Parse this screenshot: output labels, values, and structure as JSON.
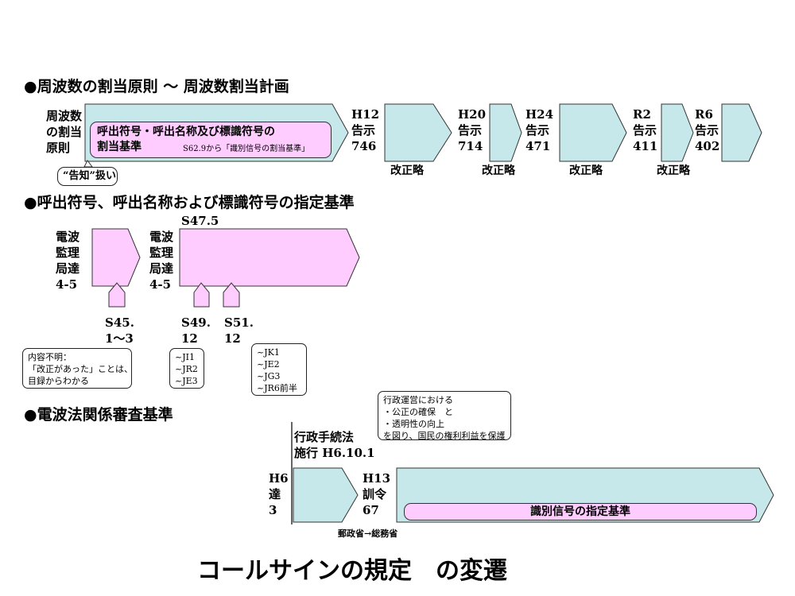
{
  "headings": {
    "section1": "●周波数の割当原則 ～ 周波数割当計画",
    "section2": "●呼出符号、呼出名称および標識符号の指定基準",
    "section3": "●電波法関係審査基準"
  },
  "section1": {
    "left_label": "周波数\nの割当\n原則",
    "notice_tag": "“告知”扱い",
    "pill_text": "呼出符号・呼出名称及び標識符号の\n割当基準",
    "pill_note": "S62.9から「識別信号の割当基準」",
    "labels": [
      "H12\n告示\n746",
      "H20\n告示\n714",
      "H24\n告示\n471",
      "R2\n告示\n411",
      "R6\n告示\n402"
    ],
    "revisions": [
      "改正略",
      "改正略",
      "改正略",
      "改正略"
    ]
  },
  "section2": {
    "left_label_1": "電波\n監理\n局達\n4-5",
    "left_label_2": "電波\n監理\n局達\n4-5",
    "date_top": "S47.5",
    "date_1": "S45.\n1～3",
    "date_2": "S49.\n12",
    "date_3": "S51.\n12",
    "note_1": "内容不明：\n「改正があった」ことは、\n目録からわかる",
    "note_2": "~JI1\n~JR2\n~JE3",
    "note_3": "~JK1\n~JE2\n~JG3\n~JR6前半"
  },
  "section3": {
    "law_label": "行政手続法\n施行 H6.10.1",
    "callout": "行政運営における\n・公正の確保　と\n・透明性の向上\nを図り、国民の権利利益を保護",
    "label_1": "H6\n達\n3",
    "label_2": "H13\n訓令\n67",
    "pill_text": "識別信号の指定基準",
    "ministry_note": "郵政省→総務省"
  },
  "title": "コールサインの規定　の変遷",
  "colors": {
    "teal": "#c7e8ea",
    "pink": "#ffccff",
    "outline": "#333333"
  }
}
